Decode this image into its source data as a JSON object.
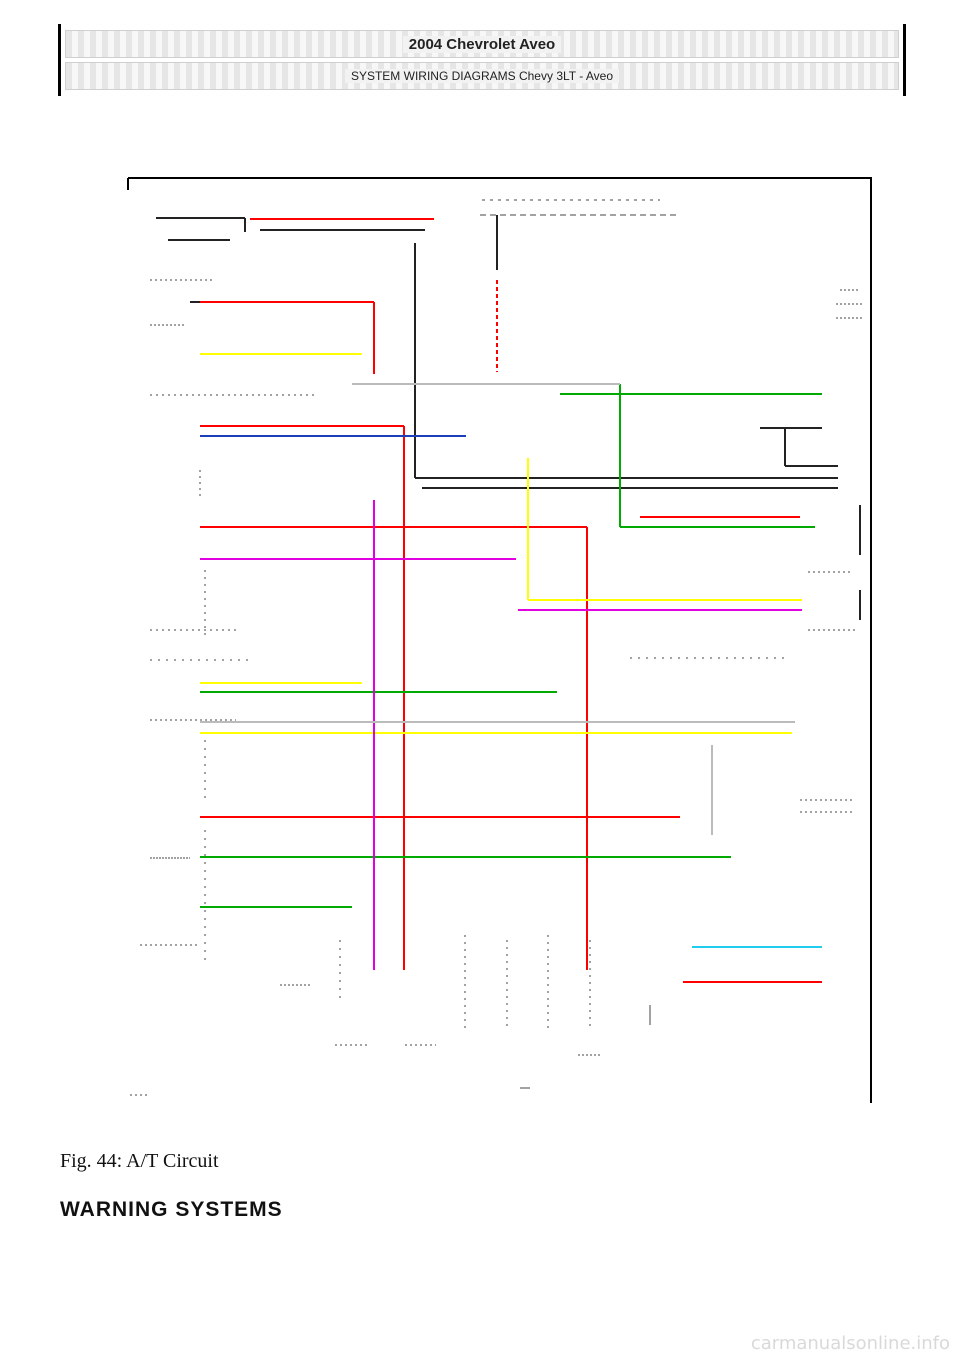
{
  "header": {
    "title": "2004 Chevrolet Aveo",
    "subtitle": "SYSTEM WIRING DIAGRAMS Chevy 3LT - Aveo"
  },
  "figure": {
    "caption": "Fig. 44: A/T Circuit",
    "wire_colors": {
      "red": "#ff0000",
      "pink": "#ee2266",
      "yellow": "#ffff00",
      "green": "#00aa00",
      "blue": "#1a3fb8",
      "magenta": "#e000e0",
      "cyan": "#22ccee",
      "black": "#222222",
      "gray": "#bbbbbb"
    }
  },
  "section": {
    "title": "WARNING SYSTEMS"
  },
  "watermark": "carmanualsonline.info"
}
